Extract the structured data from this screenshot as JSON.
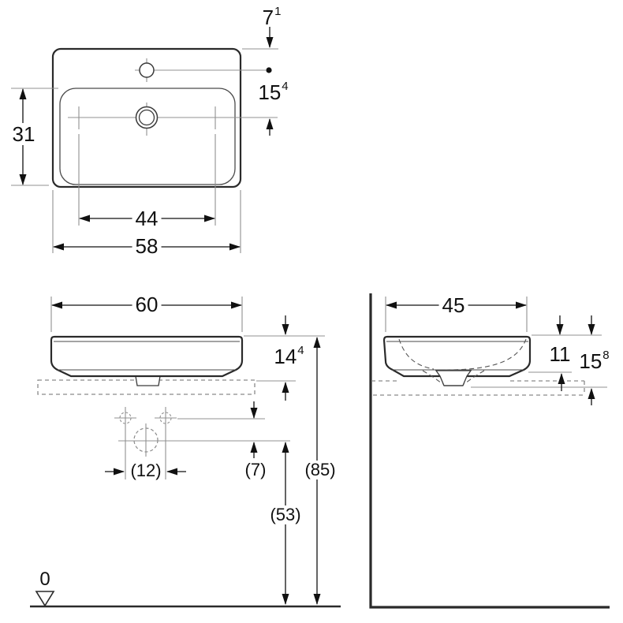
{
  "drawing": {
    "type": "washbasin-dimensional-drawing",
    "views": {
      "top_view_name": "plan view",
      "front_view_name": "front elevation",
      "side_view_name": "side elevation"
    },
    "colors": {
      "outline": "#2a2a2a",
      "dim_line": "#909090",
      "arrow_text": "#111111",
      "background": "#ffffff"
    }
  },
  "dimensions": {
    "top_view": {
      "rear_to_tap_main": "7",
      "rear_to_tap_sup": "1",
      "tap_to_drain_main": "15",
      "tap_to_drain_sup": "4",
      "basin_depth": "31",
      "tap_hole_spacing": "44",
      "overall_width": "58"
    },
    "front_view": {
      "overall_width": "60",
      "height_above_counter_main": "14",
      "height_above_counter_sup": "4",
      "fixing_spacing": "(12)",
      "fixing_to_drain": "(7)",
      "rim_height": "(85)",
      "drain_height": "(53)",
      "floor_datum": "0"
    },
    "side_view": {
      "overall_depth": "45",
      "bowl_depth": "11",
      "total_height_main": "15",
      "total_height_sup": "8"
    }
  }
}
